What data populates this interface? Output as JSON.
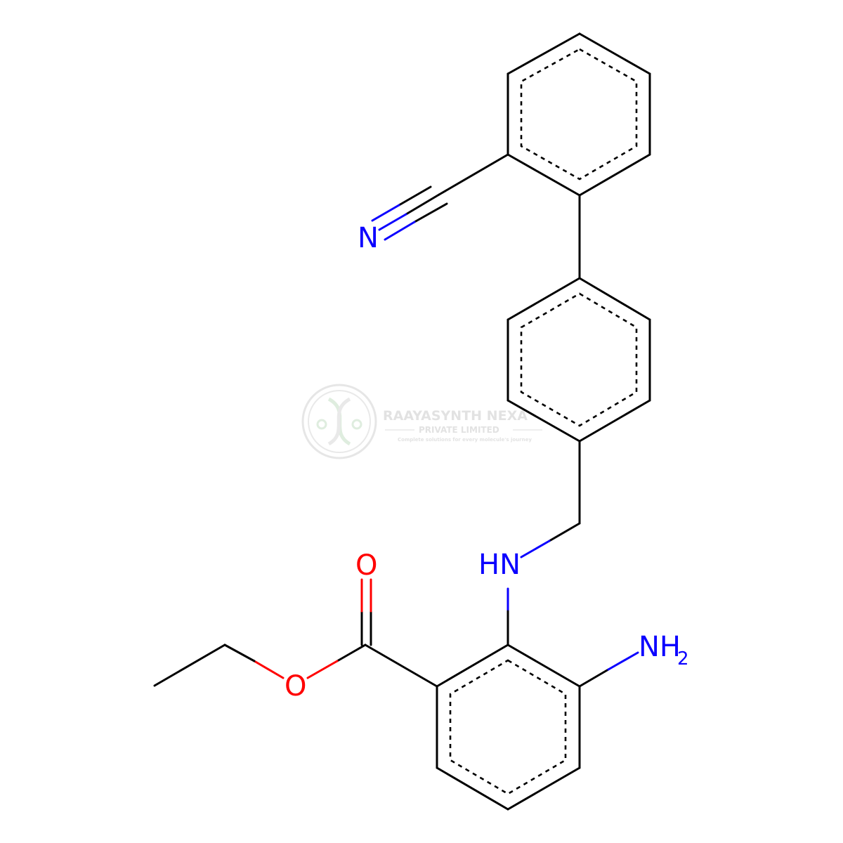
{
  "atoms": {
    "nitrile_n": "N",
    "amine_nh": "HN",
    "amino_nh": "NH",
    "amino_sub": "2",
    "carbonyl_o": "O",
    "ester_o": "O"
  },
  "watermark": {
    "company": "RAAYASYNTH NEXA",
    "subtitle": "PRIVATE LIMITED",
    "tagline": "Complete solutions for every molecule's journey"
  },
  "colors": {
    "bond": "#000000",
    "nitrogen": "#0b00ff",
    "oxygen": "#ff0000",
    "watermark": "#d6d6d6"
  }
}
